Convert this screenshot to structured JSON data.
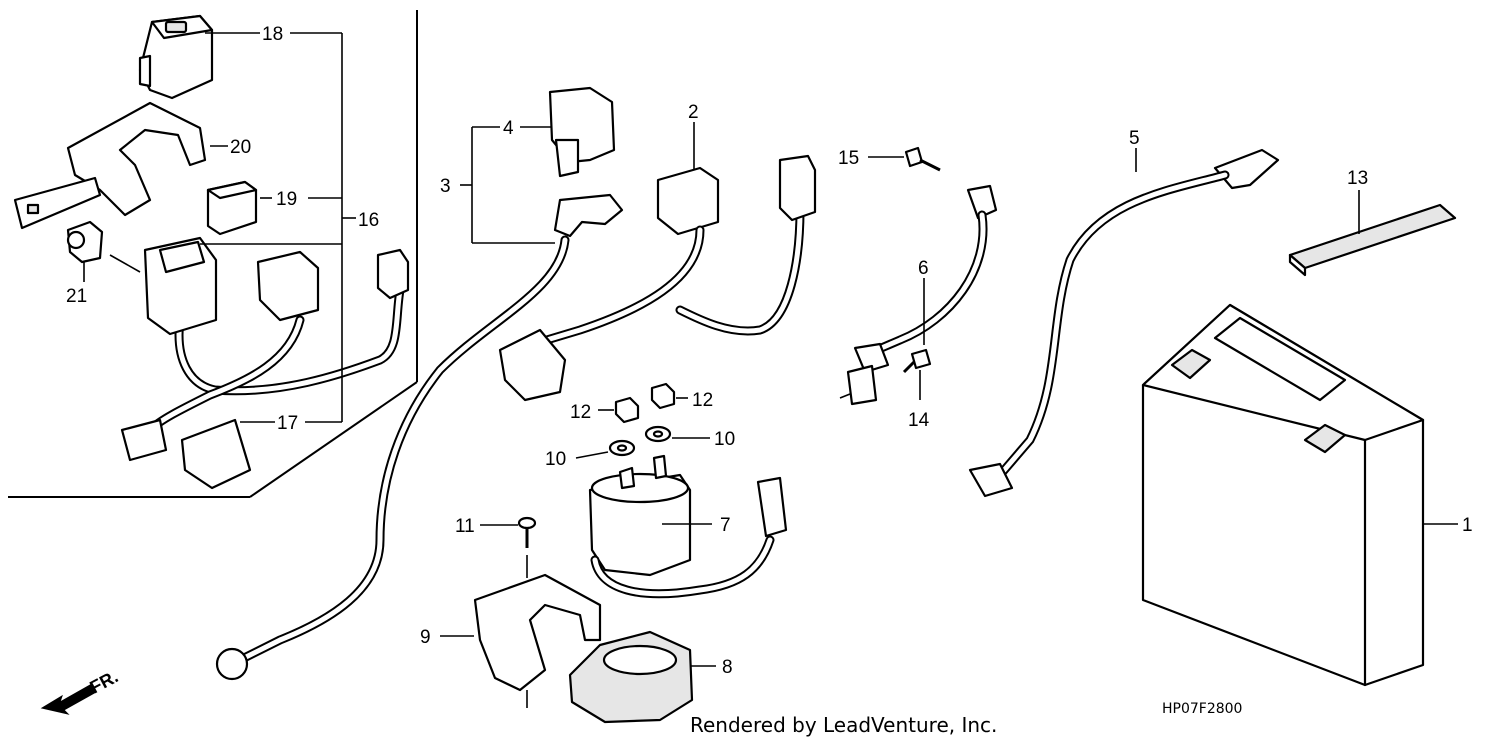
{
  "diagram": {
    "labels": {
      "n1": "1",
      "n2": "2",
      "n3": "3",
      "n4": "4",
      "n5": "5",
      "n6": "6",
      "n7": "7",
      "n8": "8",
      "n9": "9",
      "n10a": "10",
      "n10b": "10",
      "n11": "11",
      "n12a": "12",
      "n12b": "12",
      "n13": "13",
      "n14": "14",
      "n15": "15",
      "n16": "16",
      "n17": "17",
      "n18": "18",
      "n19": "19",
      "n20": "20",
      "n21": "21"
    },
    "direction_marker": "FR.",
    "credit": "Rendered by LeadVenture, Inc.",
    "diagram_code": "HP07F2800"
  }
}
